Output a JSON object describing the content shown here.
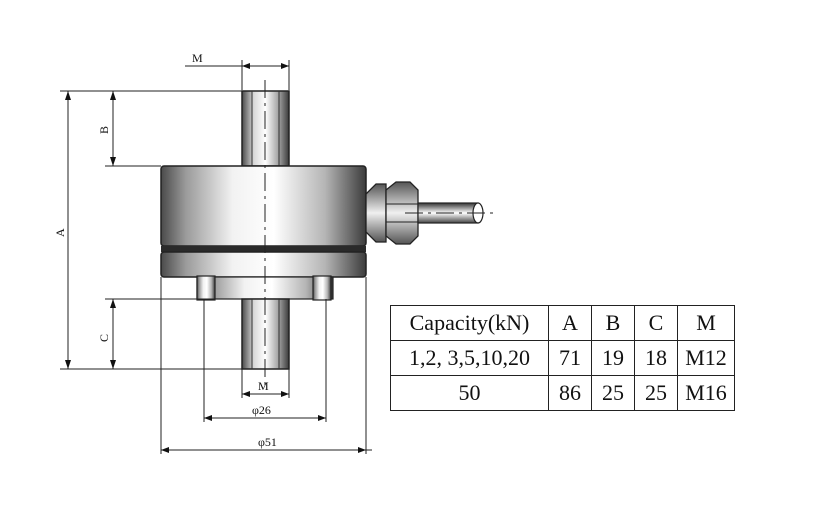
{
  "drawing": {
    "labels": {
      "m_top": "M",
      "b": "B",
      "a": "A",
      "c": "C",
      "m_bottom": "M",
      "d26": "φ26",
      "d51": "φ51"
    }
  },
  "table": {
    "headers": [
      "Capacity(kN)",
      "A",
      "B",
      "C",
      "M"
    ],
    "rows": [
      [
        "1,2, 3,5,10,20",
        "71",
        "19",
        "18",
        "M12"
      ],
      [
        "50",
        "86",
        "25",
        "25",
        "M16"
      ]
    ]
  },
  "colors": {
    "line": "#111111",
    "metal_dark": "#3a3a3a",
    "metal_light": "#e8e8e8"
  }
}
